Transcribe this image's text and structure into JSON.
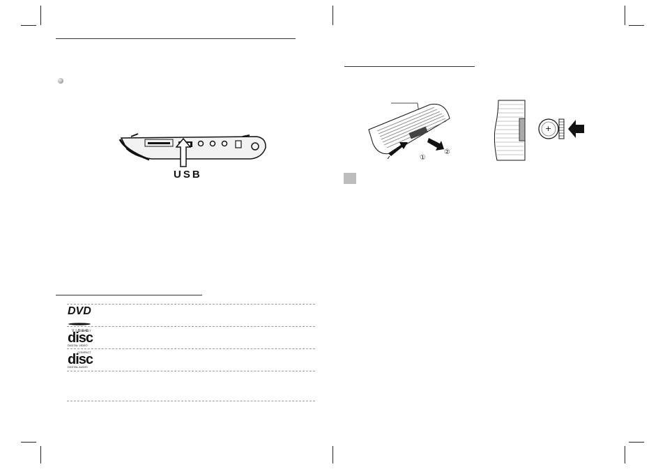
{
  "usb_figure": {
    "label": "USB"
  },
  "battery_figure": {
    "callout_1": "①",
    "callout_2": "②",
    "battery_symbol": "+"
  },
  "logos": [
    {
      "main": "DVD",
      "sub": "VIDEO"
    },
    {
      "small": "COMPACT",
      "main": "disc",
      "sub": "DIGITAL VIDEO"
    },
    {
      "small": "COMPACT",
      "main": "disc",
      "sub": "DIGITAL AUDIO"
    }
  ]
}
